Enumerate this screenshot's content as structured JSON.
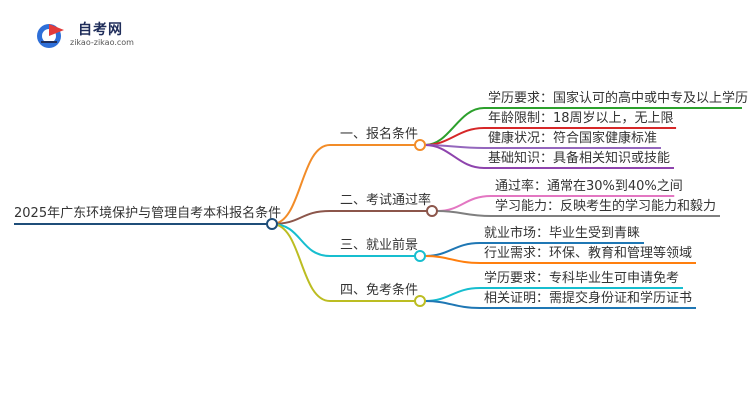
{
  "logo": {
    "title": "自考网",
    "url": "zikao-zikao.com"
  },
  "root": {
    "label": "2025年广东环境保护与管理自考本科报名条件"
  },
  "branches": [
    {
      "label": "一、报名条件",
      "color": "#f28c28",
      "leaves": [
        {
          "text": "学历要求：国家认可的高中或中专及以上学历",
          "color": "#2ca02c"
        },
        {
          "text": "年龄限制：18周岁以上，无上限",
          "color": "#d62728"
        },
        {
          "text": "健康状况：符合国家健康标准",
          "color": "#9467bd"
        },
        {
          "text": "基础知识：具备相关知识或技能",
          "color": "#8e44ad"
        }
      ]
    },
    {
      "label": "二、考试通过率",
      "color": "#8c564b",
      "leaves": [
        {
          "text": "通过率：通常在30%到40%之间",
          "color": "#e377c2"
        },
        {
          "text": "学习能力：反映考生的学习能力和毅力",
          "color": "#7f7f7f"
        }
      ]
    },
    {
      "label": "三、就业前景",
      "color": "#17becf",
      "leaves": [
        {
          "text": "就业市场：毕业生受到青睐",
          "color": "#1f77b4"
        },
        {
          "text": "行业需求：环保、教育和管理等领域",
          "color": "#ff7f0e"
        }
      ]
    },
    {
      "label": "四、免考条件",
      "color": "#bcbd22",
      "leaves": [
        {
          "text": "学历要求：专科毕业生可申请免考",
          "color": "#17becf"
        },
        {
          "text": "相关证明：需提交身份证和学历证书",
          "color": "#1f77b4"
        }
      ]
    }
  ]
}
